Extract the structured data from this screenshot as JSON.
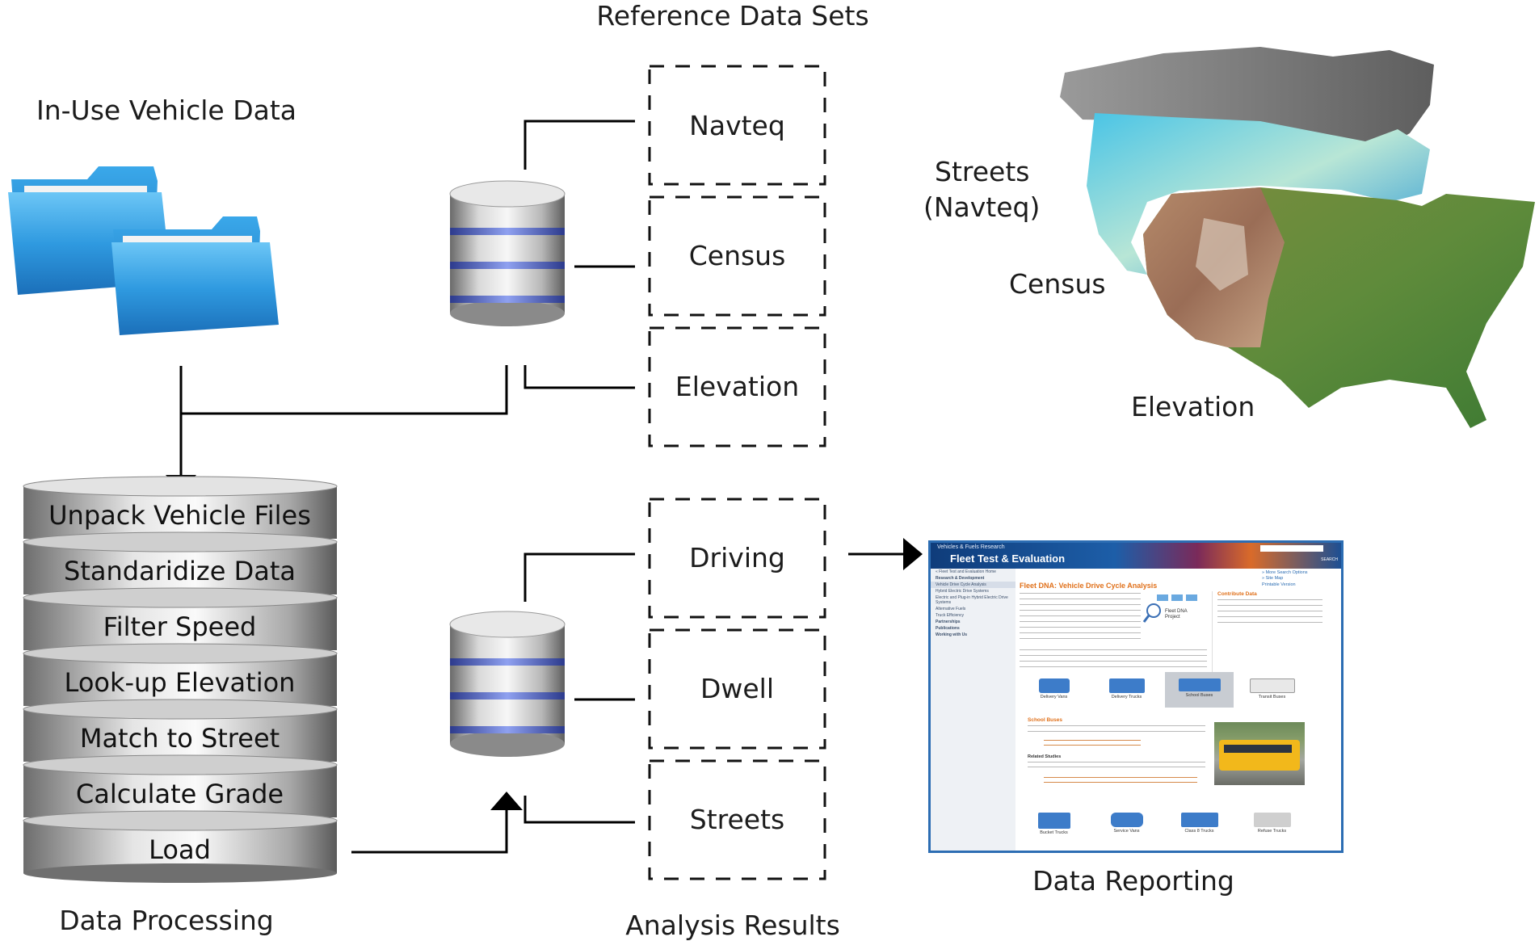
{
  "labels": {
    "reference_data_sets": "Reference Data Sets",
    "in_use_vehicle_data": "In-Use Vehicle Data",
    "data_processing": "Data Processing",
    "analysis_results": "Analysis Results",
    "data_reporting": "Data Reporting"
  },
  "reference_boxes": [
    "Navteq",
    "Census",
    "Elevation"
  ],
  "analysis_boxes": [
    "Driving",
    "Dwell",
    "Streets"
  ],
  "processing_steps": [
    "Unpack Vehicle Files",
    "Standaridize Data",
    "Filter Speed",
    "Look-up Elevation",
    "Match to Street",
    "Calculate Grade",
    "Load"
  ],
  "map_labels": {
    "streets_line1": "Streets",
    "streets_line2": "(Navteq)",
    "census": "Census",
    "elevation": "Elevation"
  },
  "website": {
    "section": "Vehicles & Fuels Research",
    "title": "Fleet Test & Evaluation",
    "search_button": "SEARCH",
    "more_search": "» More Search Options",
    "site_map": "» Site Map",
    "printable": "Printable Version",
    "sidebar": [
      "« Fleet Test and Evaluation Home",
      "Research & Development",
      "Vehicle Drive Cycle Analysis",
      "Hybrid Electric Drive Systems",
      "Electric and Plug-in Hybrid Electric Drive Systems",
      "Alternative Fuels",
      "Truck Efficiency",
      "Partnerships",
      "Publications",
      "Working with Us"
    ],
    "heading": "Fleet DNA: Vehicle Drive Cycle Analysis",
    "logo_text": "Fleet DNA Project",
    "contribute_title": "Contribute Data",
    "school_buses_title": "School Buses",
    "related_studies": "Related Studies",
    "vehicles_top": [
      "Delivery Vans",
      "Delivery Trucks",
      "School Buses",
      "Transit Buses"
    ],
    "vehicles_bottom": [
      "Bucket Trucks",
      "Service Vans",
      "Class 8 Trucks",
      "Refuse Trucks"
    ]
  },
  "colors": {
    "folder": "#2f9ae0",
    "db_band": "#5a6fd6",
    "site_border": "#2c6db3",
    "site_accent": "#e0701a"
  }
}
